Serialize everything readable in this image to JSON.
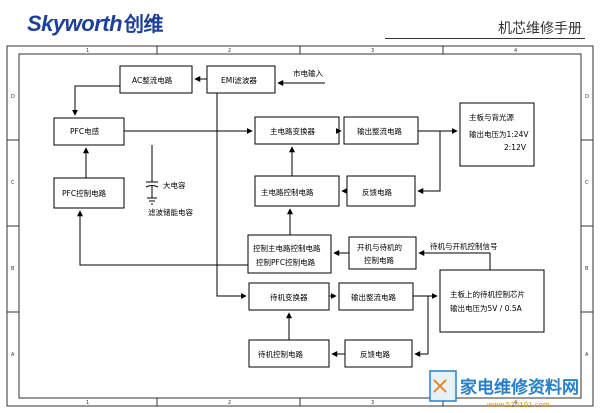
{
  "header": {
    "brand_en": "Skyworth",
    "brand_cn": "创维",
    "manual_title": "机芯维修手册"
  },
  "frame": {
    "col_labels": [
      "1",
      "2",
      "3",
      "4"
    ],
    "row_labels": [
      "D",
      "C",
      "B",
      "A"
    ]
  },
  "blocks": {
    "ac_filter": "AC整流电路",
    "emi_filter": "EMI滤波器",
    "mains_input": "市电输入",
    "pfc_inductor": "PFC电感",
    "main_transformer": "主电路变换器",
    "output_rectifier_main": "输出整流电路",
    "main_board_backlight_1": "主板与背光源",
    "main_board_backlight_2": "输出电压为1:24V",
    "main_board_backlight_3": "2:12V",
    "pfc_control": "PFC控制电路",
    "big_cap": "大电容",
    "filter_storage_cap": "滤波储能电容",
    "main_control": "主电路控制电路",
    "feedback_main": "反馈电路",
    "ctrl_main_pfc_1": "控制主电路控制电路",
    "ctrl_main_pfc_2": "控制PFC控制电路",
    "switch_standby_1": "开机与待机的",
    "switch_standby_2": "控制电路",
    "standby_signal": "待机与开机控制信号",
    "standby_transformer": "待机变换器",
    "output_rectifier_standby": "输出整流电路",
    "standby_chip_1": "主板上的待机控制芯片",
    "standby_chip_2": "输出电压为5V / 0.5A",
    "standby_control": "待机控制电路",
    "feedback_standby": "反馈电路"
  },
  "watermark": {
    "text_cn": "家电维修资料网",
    "url": "www.520101.com"
  },
  "colors": {
    "brand": "#1c3f9a",
    "line": "#000000",
    "watermark_blue": "#2a7fc9",
    "watermark_orange": "#e38a1c"
  }
}
